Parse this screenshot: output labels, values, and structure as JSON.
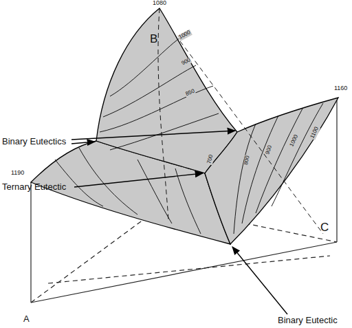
{
  "diagram": {
    "labels": [
      "1080",
      "1160",
      "1190",
      "B",
      "Binary Eutectics",
      "Ternary Eutectic",
      "C",
      "Binary Eutectic",
      "A",
      "1000",
      "900",
      "850",
      "1100",
      "1000",
      "900",
      "800",
      "700"
    ]
  }
}
